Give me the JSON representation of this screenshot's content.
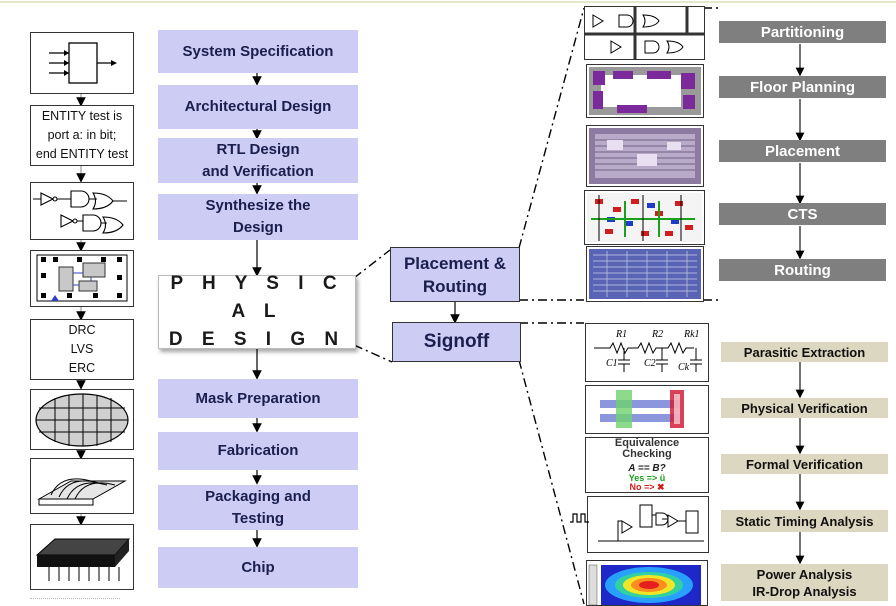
{
  "main_flow": [
    "System Specification",
    "Architectural Design",
    "RTL Design\nand Verification",
    "Synthesize the\nDesign",
    "Mask Preparation",
    "Fabrication",
    "Packaging and\nTesting",
    "Chip"
  ],
  "physical_design": "P H Y S I C A L\nD E S I G N",
  "placement_routing": "Placement &\nRouting",
  "signoff": "Signoff",
  "pr_steps": [
    "Partitioning",
    "Floor Planning",
    "Placement",
    "CTS",
    "Routing"
  ],
  "signoff_steps": [
    "Parasitic Extraction",
    "Physical Verification",
    "Formal Verification",
    "Static Timing Analysis",
    "Power Analysis\nIR-Drop Analysis"
  ],
  "left_texts": {
    "entity": "ENTITY test is\nport a: in bit;\nend ENTITY test",
    "checks": "DRC\nLVS\nERC"
  },
  "equivalence": {
    "title": "Equivalence\nChecking",
    "eq": "A == B?",
    "yes": "Yes => ü",
    "no": "No  => ✖"
  },
  "rc_labels": {
    "r1": "R1",
    "r2": "R2",
    "rk": "Rk1",
    "c1": "C1",
    "c2": "C2",
    "ck": "Ck"
  },
  "colors": {
    "flow_fill": "#ccccf5",
    "grey": "#7f7f7f",
    "tan": "#dcd7c0",
    "text_dark": "#1a1f4d"
  }
}
